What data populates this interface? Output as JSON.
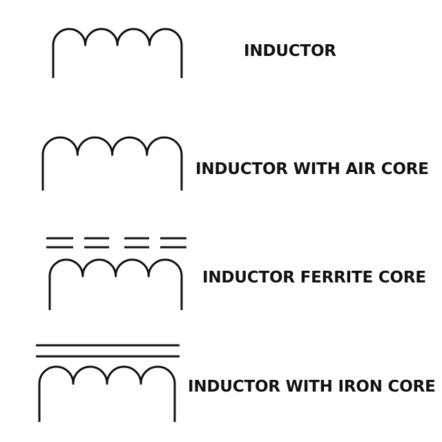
{
  "symbols": [
    {
      "label": "INDUCTOR",
      "core": "none"
    },
    {
      "label": "INDUCTOR WITH AIR CORE",
      "core": "air"
    },
    {
      "label": "INDUCTOR FERRITE CORE",
      "core": "ferrite"
    },
    {
      "label": "INDUCTOR WITH IRON CORE",
      "core": "iron"
    }
  ],
  "stroke_color": "#111111"
}
